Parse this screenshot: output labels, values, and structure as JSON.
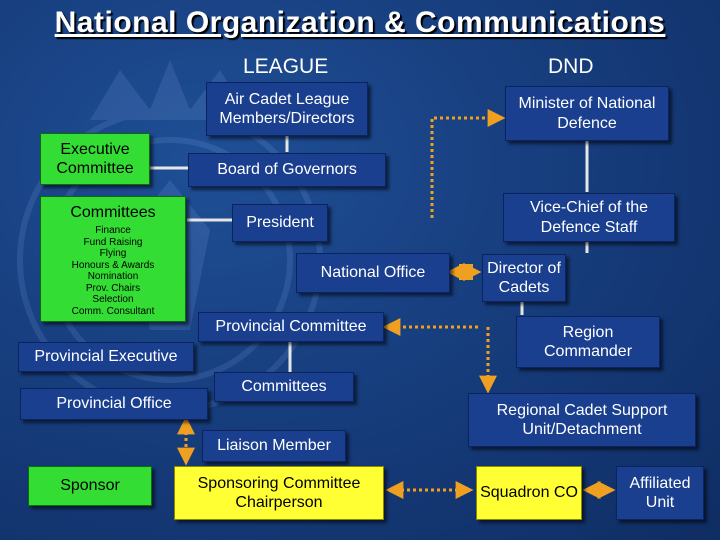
{
  "title": "National Organization & Communications",
  "columns": {
    "league": "LEAGUE",
    "dnd": "DND"
  },
  "nodes": {
    "acl_members": "Air Cadet League Members/Directors",
    "exec_committee": "Executive Committee",
    "board": "Board of Governors",
    "committees_title": "Committees",
    "committees_list": [
      "Finance",
      "Fund Raising",
      "Flying",
      "Honours & Awards",
      "Nomination",
      "Prov. Chairs",
      "Selection",
      "Comm. Consultant"
    ],
    "president": "President",
    "national_office": "National Office",
    "prov_committee": "Provincial Committee",
    "prov_executive": "Provincial Executive",
    "committees2": "Committees",
    "prov_office": "Provincial Office",
    "liaison": "Liaison Member",
    "sponsor": "Sponsor",
    "sponsoring_chair": "Sponsoring Committee Chairperson",
    "minister": "Minister of National Defence",
    "vice_chief": "Vice-Chief of the Defence Staff",
    "director": "Director of Cadets",
    "region": "Region Commander",
    "rcsu": "Regional Cadet Support Unit/Detachment",
    "squadron": "Squadron CO",
    "affiliated": "Affiliated Unit"
  },
  "colors": {
    "background": "#173e7e",
    "box_blue": "#1a3f8f",
    "box_green": "#33dd33",
    "box_yellow": "#ffff33",
    "arrow_orange": "#f0a020",
    "line_light": "#e6e6e6"
  }
}
